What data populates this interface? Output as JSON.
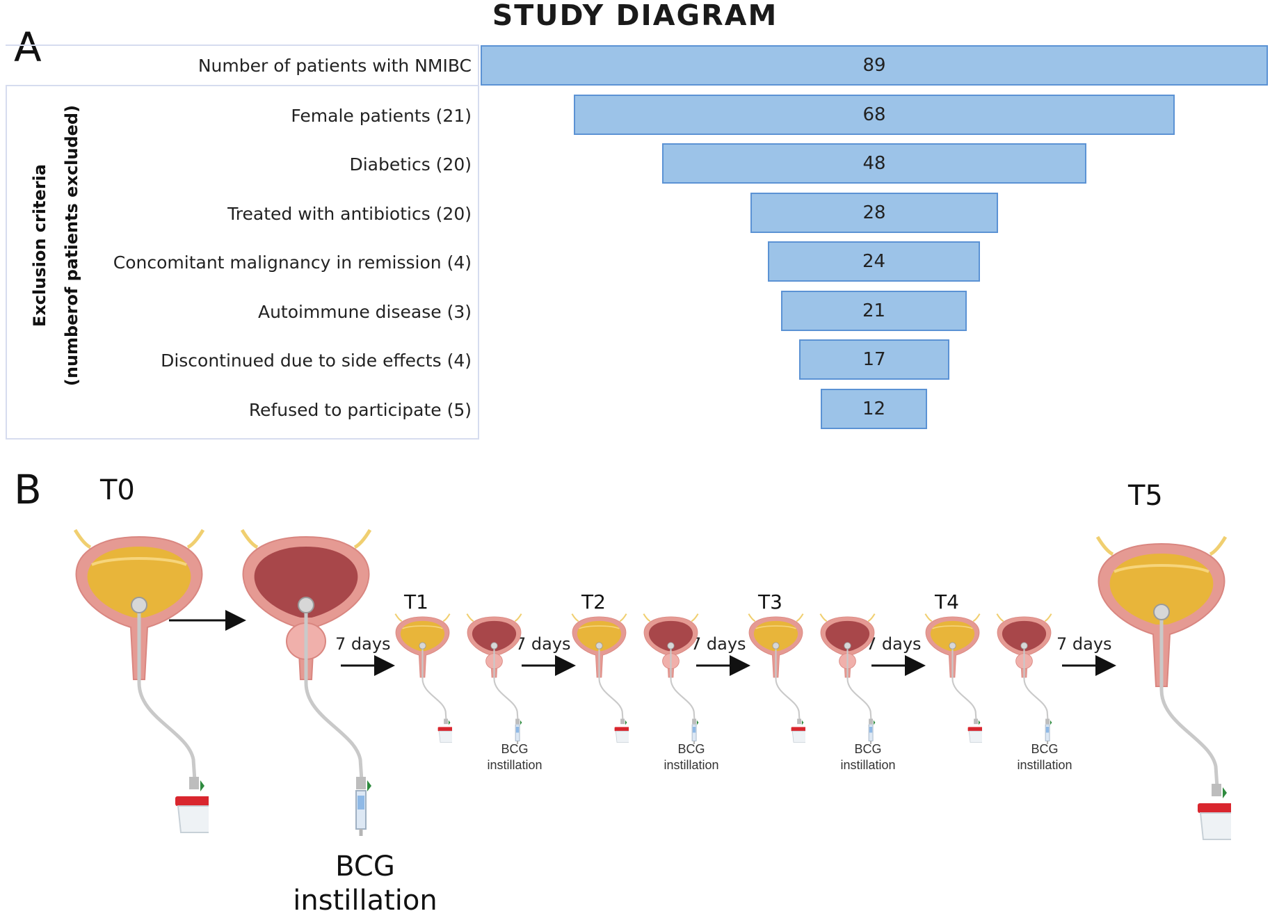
{
  "title": "STUDY DIAGRAM",
  "panel_a": {
    "letter": "A",
    "exclusion_title_line1": "Exclusion criteria",
    "exclusion_title_line2": "(numberof patients excluded)",
    "rows": [
      {
        "label": "Number of patients with NMIBC",
        "value": 89
      },
      {
        "label": "Female patients (21)",
        "value": 68
      },
      {
        "label": "Diabetics (20)",
        "value": 48
      },
      {
        "label": "Treated with antibiotics (20)",
        "value": 28
      },
      {
        "label": "Concomitant malignancy in remission (4)",
        "value": 24
      },
      {
        "label": "Autoimmune disease (3)",
        "value": 21
      },
      {
        "label": "Discontinued due to side effects (4)",
        "value": 17
      },
      {
        "label": "Refused to participate (5)",
        "value": 12
      }
    ],
    "colors": {
      "bar_fill": "#9cc3e8",
      "bar_border": "#5b92d4",
      "box_border": "#d6dcef"
    }
  },
  "panel_b": {
    "letter": "B",
    "time_labels": [
      "T0",
      "T1",
      "T2",
      "T3",
      "T4",
      "T5"
    ],
    "interval_label": "7 days",
    "bcg_label_line1": "BCG",
    "bcg_label_line2": "instillation",
    "colors": {
      "urine_fill": "#e8b53a",
      "bladder_wall": "#e59a93",
      "bladder_inflamed": "#a8474a",
      "cup_lid": "#d9262e",
      "clamp": "#2e8a3e"
    }
  }
}
